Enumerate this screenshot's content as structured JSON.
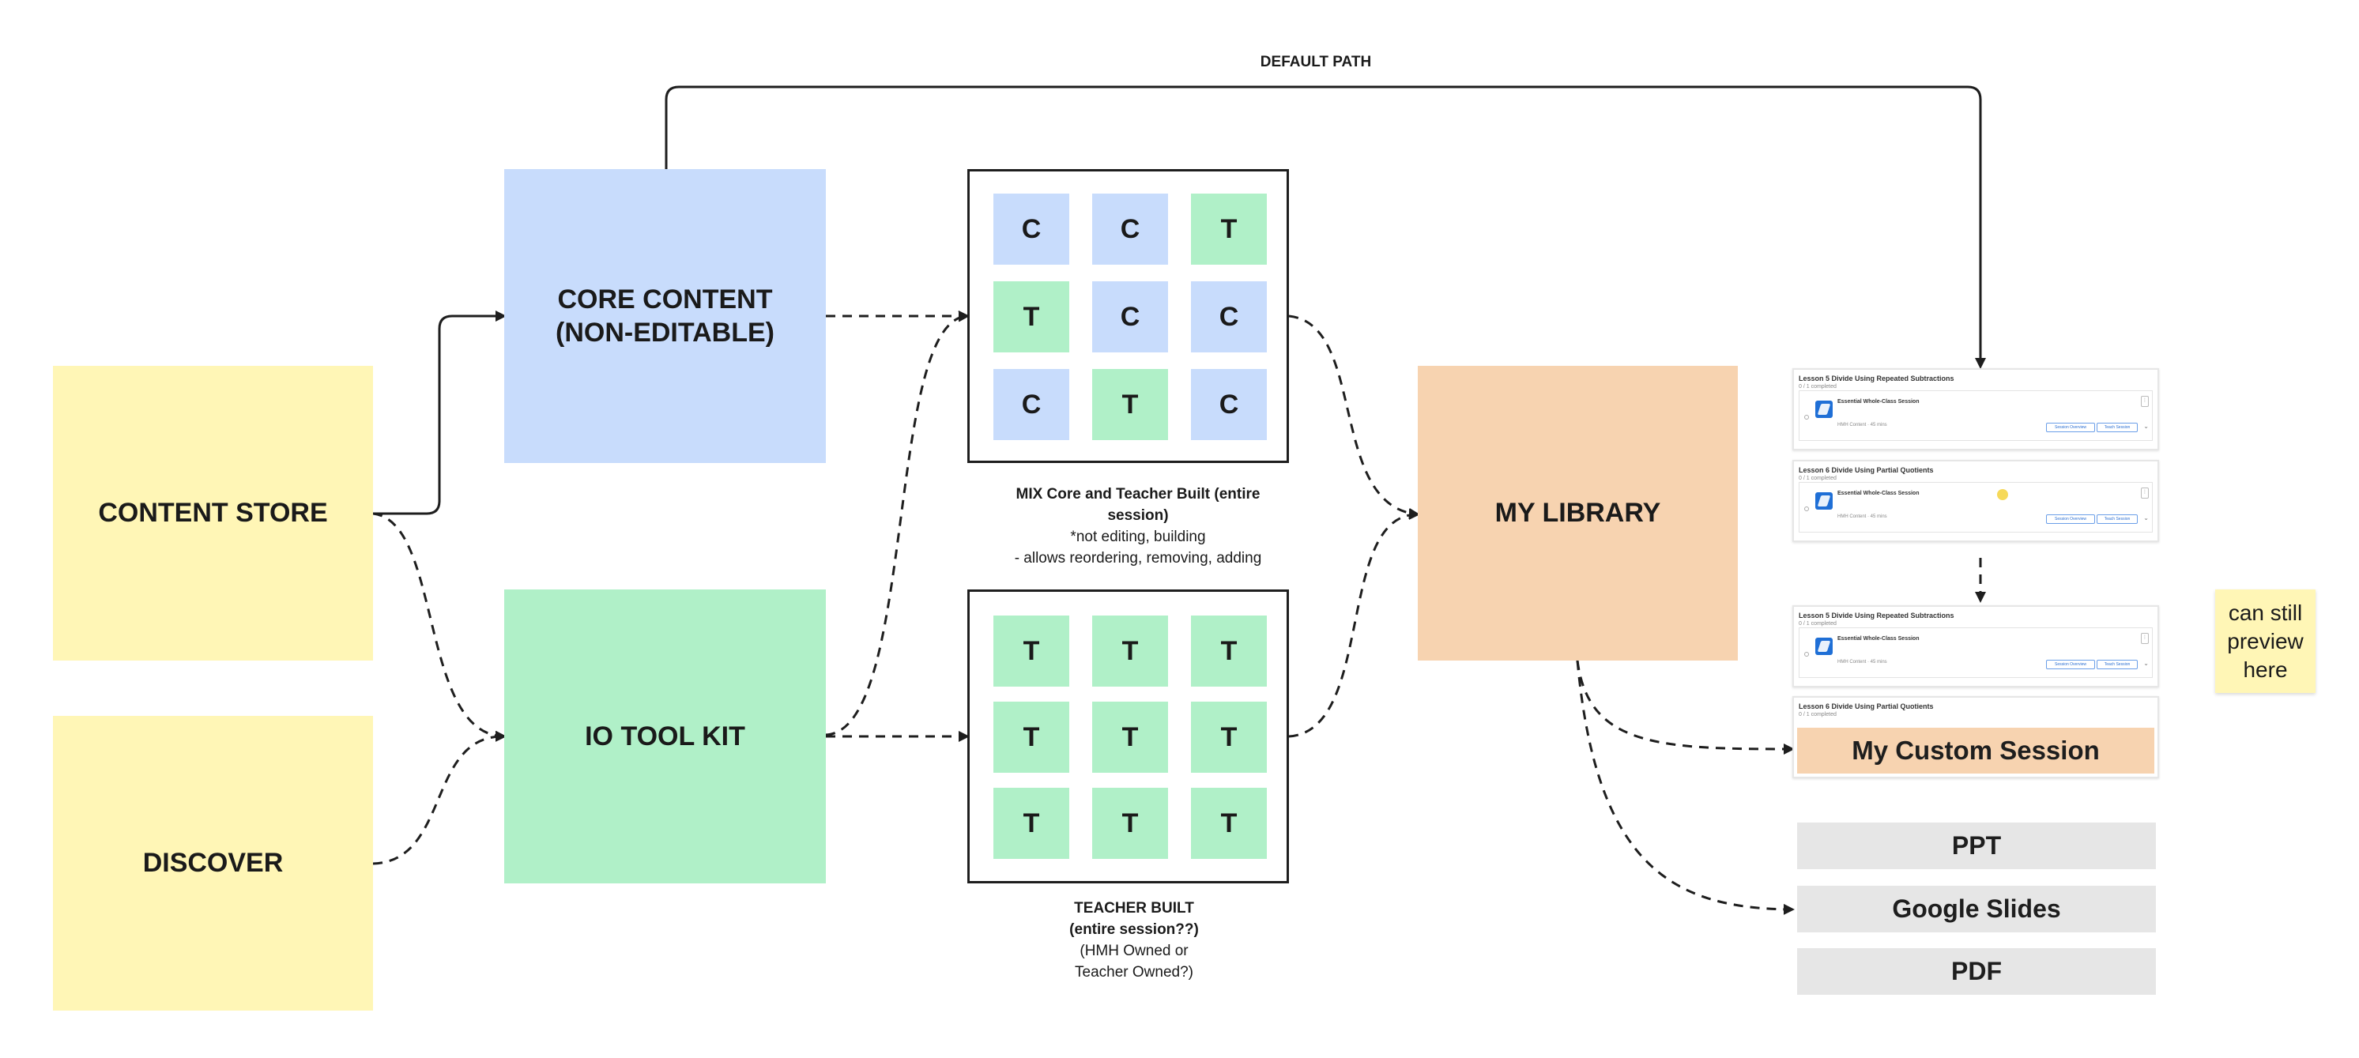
{
  "nodes": {
    "content_store": "CONTENT STORE",
    "discover": "DISCOVER",
    "core_content_line1": "CORE CONTENT",
    "core_content_line2": "(NON-EDITABLE)",
    "io_tool_kit": "IO TOOL KIT",
    "my_library": "MY LIBRARY",
    "sticky_note_line1": "can still",
    "sticky_note_line2": "preview",
    "sticky_note_line3": "here"
  },
  "edges": {
    "default_path": "DEFAULT PATH"
  },
  "mix_grid": {
    "cells": [
      "C",
      "C",
      "T",
      "T",
      "C",
      "C",
      "C",
      "T",
      "C"
    ],
    "caption_title_line1": "MIX Core and Teacher Built (entire",
    "caption_title_line2": "session)",
    "caption_line3": "*not editing, building",
    "caption_line4": "- allows reordering, removing, adding"
  },
  "teacher_grid": {
    "cells": [
      "T",
      "T",
      "T",
      "T",
      "T",
      "T",
      "T",
      "T",
      "T"
    ],
    "caption_line1": "TEACHER BUILT",
    "caption_line2": "(entire session??)",
    "caption_line3": "(HMH Owned or",
    "caption_line4": "Teacher Owned?)"
  },
  "lesson_cards": [
    {
      "title": "Lesson 5 Divide Using Repeated Subtractions",
      "progress": "0 / 1 completed",
      "session": "Essential Whole-Class Session",
      "meta": "HMH Content · 45 mins",
      "btn1": "Session Overview",
      "btn2": "Teach Session"
    },
    {
      "title": "Lesson 6 Divide Using Partial Quotients",
      "progress": "0 / 1 completed",
      "session": "Essential Whole-Class Session",
      "meta": "HMH Content · 45 mins",
      "btn1": "Session Overview",
      "btn2": "Teach Session"
    },
    {
      "title": "Lesson 5 Divide Using Repeated Subtractions",
      "progress": "0 / 1 completed",
      "session": "Essential Whole-Class Session",
      "meta": "HMH Content · 45 mins",
      "btn1": "Session Overview",
      "btn2": "Teach Session"
    },
    {
      "title": "Lesson 6 Divide Using Partial Quotients",
      "progress": "0 / 1 completed"
    }
  ],
  "custom_session": "My Custom Session",
  "exports": [
    "PPT",
    "Google Slides",
    "PDF"
  ],
  "colors": {
    "yellow": "#fff6b6",
    "blue": "#c8dcfc",
    "green": "#b0f0c8",
    "orange": "#f7d3b0",
    "export_gray": "#e6e6e6"
  }
}
